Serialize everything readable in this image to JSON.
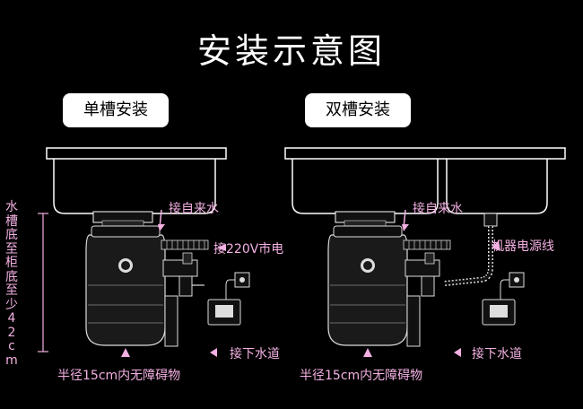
{
  "title": "安装示意图",
  "modes": {
    "single": "单槽安装",
    "double": "双槽安装"
  },
  "labels": {
    "water_in": "接自来水",
    "power_220v": "接220V市电",
    "drain": "接下水道",
    "radius_clear": "半径15cm内无障碍物",
    "sink_to_cabinet": "水槽底至柜底至少42cm",
    "machine_power_cord": "机器电源线"
  },
  "colors": {
    "accent": "#f3b0e2",
    "outline": "#ffffff",
    "background": "#000000"
  }
}
